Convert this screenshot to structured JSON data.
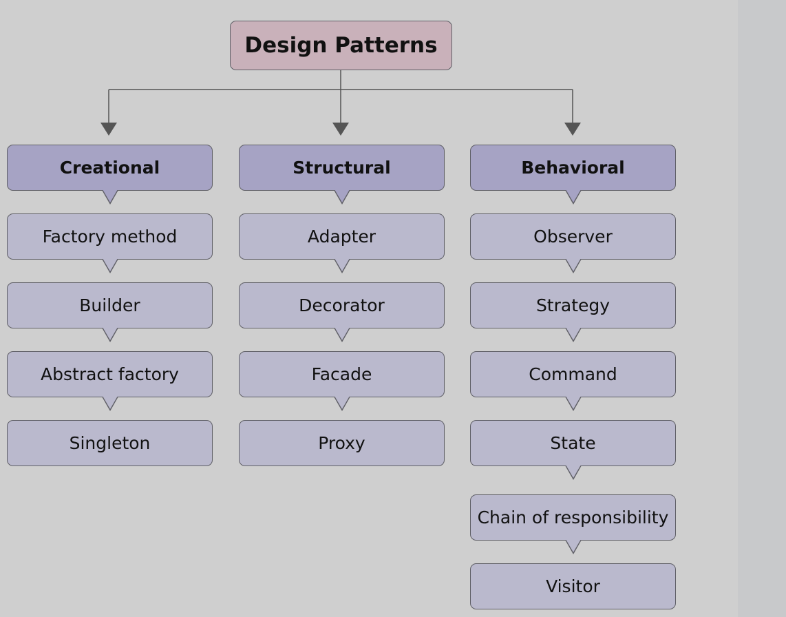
{
  "root": {
    "label": "Design Patterns"
  },
  "categories": [
    {
      "label": "Creational",
      "items": [
        "Factory method",
        "Builder",
        "Abstract factory",
        "Singleton"
      ]
    },
    {
      "label": "Structural",
      "items": [
        "Adapter",
        "Decorator",
        "Facade",
        "Proxy"
      ]
    },
    {
      "label": "Behavioral",
      "items": [
        "Observer",
        "Strategy",
        "Command",
        "State",
        "Chain of responsibility",
        "Visitor"
      ]
    }
  ],
  "colors": {
    "background": "#cfcfcf",
    "root_fill": "#c9b1ba",
    "category_fill": "#a6a3c4",
    "item_fill": "#bab9cd",
    "border": "#5f5f66",
    "connector": "#555555"
  }
}
